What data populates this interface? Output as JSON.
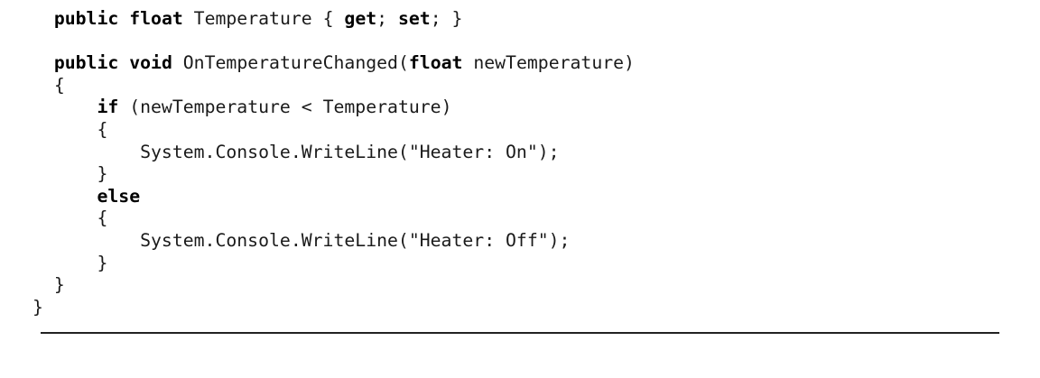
{
  "code_lines": [
    [
      {
        "t": "  "
      },
      {
        "t": "public",
        "b": true
      },
      {
        "t": " "
      },
      {
        "t": "float",
        "b": true
      },
      {
        "t": " Temperature { "
      },
      {
        "t": "get",
        "b": true
      },
      {
        "t": "; "
      },
      {
        "t": "set",
        "b": true
      },
      {
        "t": "; }"
      }
    ],
    [],
    [
      {
        "t": "  "
      },
      {
        "t": "public",
        "b": true
      },
      {
        "t": " "
      },
      {
        "t": "void",
        "b": true
      },
      {
        "t": " OnTemperatureChanged("
      },
      {
        "t": "float",
        "b": true
      },
      {
        "t": " newTemperature)"
      }
    ],
    [
      {
        "t": "  {"
      }
    ],
    [
      {
        "t": "      "
      },
      {
        "t": "if",
        "b": true
      },
      {
        "t": " (newTemperature < Temperature)"
      }
    ],
    [
      {
        "t": "      {"
      }
    ],
    [
      {
        "t": "          System.Console.WriteLine(\"Heater: On\");"
      }
    ],
    [
      {
        "t": "      }"
      }
    ],
    [
      {
        "t": "      "
      },
      {
        "t": "else",
        "b": true
      }
    ],
    [
      {
        "t": "      {"
      }
    ],
    [
      {
        "t": "          System.Console.WriteLine(\"Heater: Off\");"
      }
    ],
    [
      {
        "t": "      }"
      }
    ],
    [
      {
        "t": "  }"
      }
    ],
    [
      {
        "t": "}"
      }
    ]
  ]
}
